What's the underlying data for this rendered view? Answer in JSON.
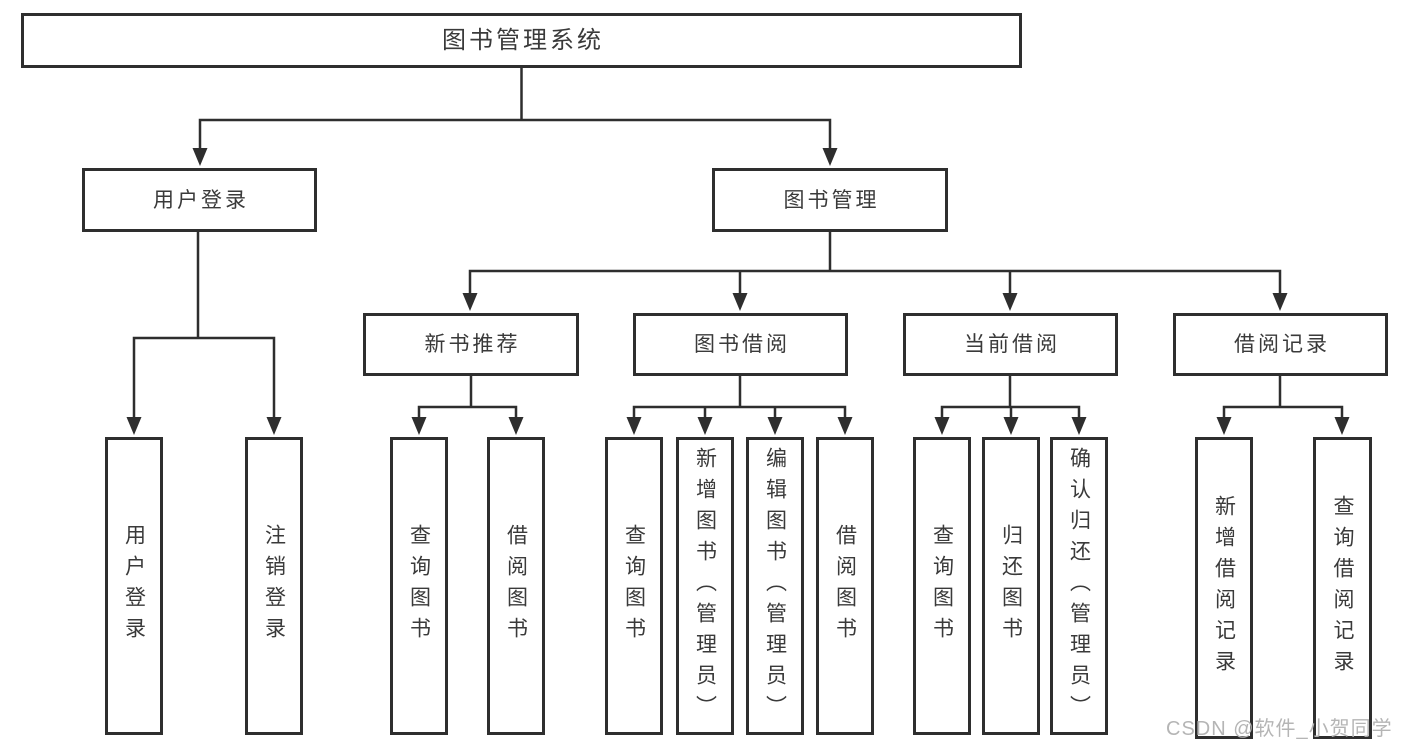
{
  "diagram": {
    "root": "图书管理系统",
    "level2": {
      "user_login": "用户登录",
      "book_management": "图书管理"
    },
    "level3": {
      "new_books": "新书推荐",
      "book_borrowing": "图书借阅",
      "current_borrowing": "当前借阅",
      "borrowing_records": "借阅记录"
    },
    "leaves": {
      "user_login": [
        "用户登录",
        "注销登录"
      ],
      "new_books": [
        "查询图书",
        "借阅图书"
      ],
      "book_borrowing": [
        "查询图书",
        "新增图书（管理员）",
        "编辑图书（管理员）",
        "借阅图书"
      ],
      "current_borrowing": [
        "查询图书",
        "归还图书",
        "确认归还（管理员）"
      ],
      "borrowing_records": [
        "新增借阅记录",
        "查询借阅记录"
      ]
    }
  },
  "watermark": "CSDN @软件_小贺同学",
  "colors": {
    "border": "#2e2e2e",
    "line": "#2e2e2e",
    "text": "#3a3a3a",
    "watermark": "#b5b5b5",
    "background": "#ffffff"
  }
}
